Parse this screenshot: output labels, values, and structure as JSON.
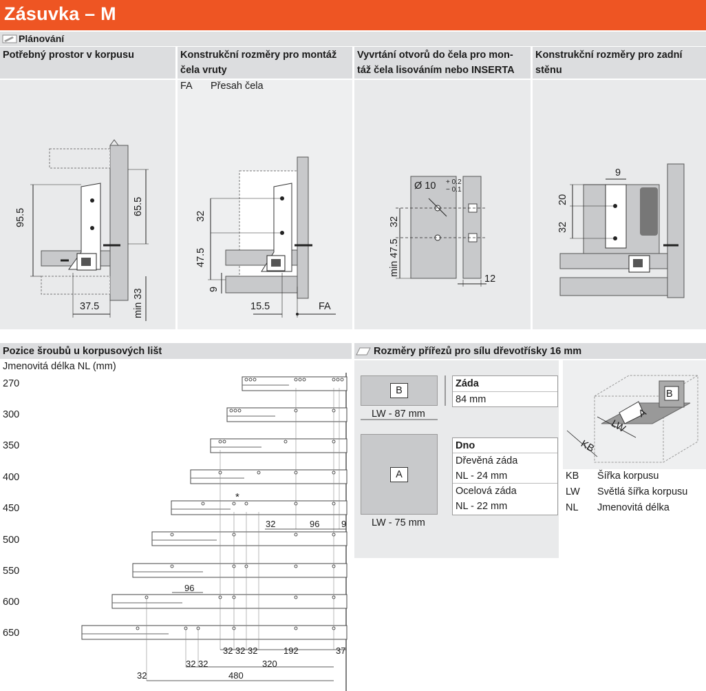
{
  "title": "Zásuvka – M",
  "planning": {
    "label": "Plánování",
    "col1_title": "Potřebný prostor v korpusu",
    "col2_title_line1": "Konstrukční rozměry pro montáž",
    "col2_title_line2": "čela vruty",
    "col3_title_line1": "Vyvrtání otvorů do čela pro mon-",
    "col3_title_line2": "táž čela lisováním nebo INSERTA",
    "col4_title_line1": "Konstrukční rozměry pro zadní",
    "col4_title_line2": "stěnu",
    "fa_abbr": "FA",
    "fa_text": "Přesah čela",
    "d1": {
      "h95": "95.5",
      "h65": "65.5",
      "w37": "37.5",
      "min33": "min 33"
    },
    "d2": {
      "v32": "32",
      "v47": "47.5",
      "v9": "9",
      "w15": "15.5",
      "fa": "FA"
    },
    "d3": {
      "dia": "Ø 10",
      "tol_plus": "+ 0.2",
      "tol_minus": "− 0.1",
      "v32": "32",
      "min47": "min 47.5",
      "w12": "12"
    },
    "d4": {
      "w9": "9",
      "v20": "20",
      "v32": "32"
    }
  },
  "screws": {
    "title": "Pozice šroubů u korpusových lišt",
    "subtitle": "Jmenovitá délka NL (mm)",
    "lengths": [
      "270",
      "300",
      "350",
      "400",
      "450",
      "500",
      "550",
      "600",
      "650"
    ],
    "star": "*",
    "dims450": [
      "32",
      "96",
      "9"
    ],
    "dims550": [
      "96"
    ],
    "bottom_row1": [
      "32",
      "32",
      "32",
      "192",
      "37"
    ],
    "bottom_row2": [
      "32",
      "32",
      "320"
    ],
    "bottom_row3": [
      "32",
      "480"
    ]
  },
  "cut": {
    "title": "Rozměry přířezů pro sílu dřevotřísky 16 mm",
    "b_label": "B",
    "b_width": "LW - 87 mm",
    "b_name": "Záda",
    "b_value": "84 mm",
    "a_label": "A",
    "a_width": "LW - 75 mm",
    "a_name": "Dno",
    "a_wood": "Dřevěná záda",
    "a_wood_value": "NL - 24 mm",
    "a_steel": "Ocelová záda",
    "a_steel_value": "NL - 22 mm",
    "iso_a": "A",
    "iso_b": "B",
    "iso_lw": "LW",
    "iso_kb": "KB"
  },
  "legend": [
    {
      "abbr": "KB",
      "text": "Šířka korpusu"
    },
    {
      "abbr": "LW",
      "text": "Světlá šířka korpusu"
    },
    {
      "abbr": "NL",
      "text": "Jmenovitá délka"
    }
  ],
  "colors": {
    "accent": "#ee5523",
    "panel": "#e9eaeb",
    "header_gray": "#dcdddf"
  }
}
